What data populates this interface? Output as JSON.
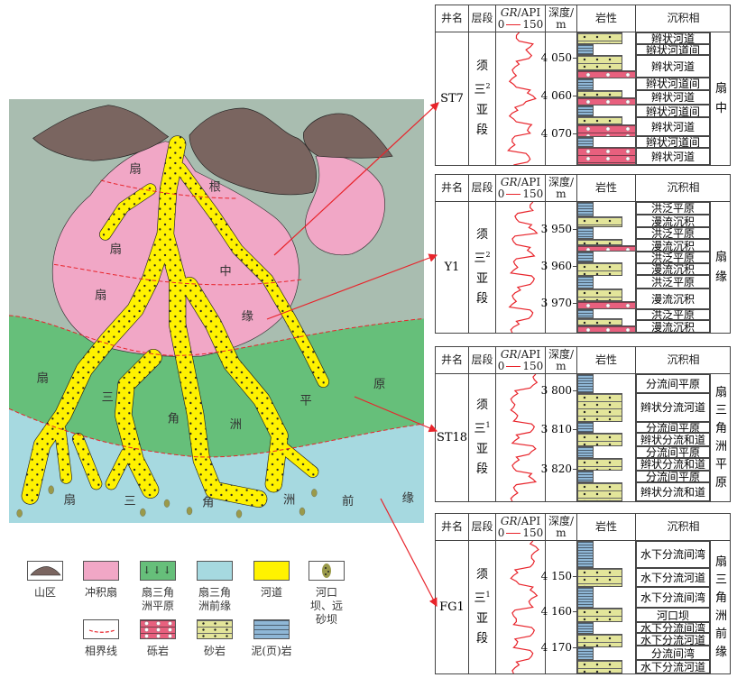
{
  "map": {
    "fan_labels": [
      "扇",
      "根",
      "扇",
      "中",
      "扇",
      "缘"
    ],
    "plain_labels": [
      "扇",
      "三",
      "角",
      "洲",
      "平",
      "原"
    ],
    "front_labels": [
      "扇",
      "三",
      "角",
      "洲",
      "前",
      "缘"
    ]
  },
  "colors": {
    "background": "#a9bdb0",
    "mountain": "#7a6560",
    "fan": "#f1a7c6",
    "plain": "#66bf7a",
    "front": "#a6d9e0",
    "channel": "#fff200",
    "boundary": "#e8242b"
  },
  "header": {
    "well": "井名",
    "layer": "层段",
    "gr_label": "GR",
    "gr_unit": "/API",
    "gr_range_min": "0",
    "gr_range_max": "150",
    "depth": "深度/",
    "depth_unit": "m",
    "lithology": "岩性",
    "facies": "沉积相"
  },
  "wells": [
    {
      "name": "ST7",
      "layer": [
        "须",
        "三",
        "2",
        "亚",
        "段"
      ],
      "category": [
        "扇",
        "中"
      ],
      "depth_range": [
        4043.2,
        4078.5
      ],
      "ticks": [
        {
          "depth": 4050,
          "label": "4 050"
        },
        {
          "depth": 4060,
          "label": "4 060"
        },
        {
          "depth": 4070,
          "label": "4 070"
        }
      ],
      "lithology": [
        {
          "type": "sand",
          "top": 4043.2,
          "bottom": 4046.3
        },
        {
          "type": "mud",
          "top": 4046.3,
          "bottom": 4049.3
        },
        {
          "type": "sand",
          "top": 4049.3,
          "bottom": 4053.4
        },
        {
          "type": "gravel",
          "top": 4053.4,
          "bottom": 4055.4
        },
        {
          "type": "mud",
          "top": 4055.4,
          "bottom": 4058.5
        },
        {
          "type": "sand",
          "top": 4058.5,
          "bottom": 4060.5
        },
        {
          "type": "gravel",
          "top": 4060.5,
          "bottom": 4062.7
        },
        {
          "type": "mud",
          "top": 4062.7,
          "bottom": 4065.6
        },
        {
          "type": "sand",
          "top": 4065.6,
          "bottom": 4067.8
        },
        {
          "type": "gravel",
          "top": 4067.8,
          "bottom": 4071.0
        },
        {
          "type": "mud",
          "top": 4071.0,
          "bottom": 4073.7
        },
        {
          "type": "gravel",
          "top": 4073.7,
          "bottom": 4078.5
        }
      ],
      "facies": [
        {
          "label": "辫状河道",
          "top": 4043.2,
          "bottom": 4046.3
        },
        {
          "label": "辫状河道间",
          "top": 4046.3,
          "bottom": 4049.3
        },
        {
          "label": "辫状河道",
          "top": 4049.3,
          "bottom": 4055.2
        },
        {
          "label": "辫状河道间",
          "top": 4055.2,
          "bottom": 4058.5
        },
        {
          "label": "辫状河道",
          "top": 4058.5,
          "bottom": 4062.4
        },
        {
          "label": "辫状河道间",
          "top": 4062.4,
          "bottom": 4065.8
        },
        {
          "label": "辫状河道",
          "top": 4065.8,
          "bottom": 4070.7
        },
        {
          "label": "辫状河道间",
          "top": 4070.7,
          "bottom": 4073.9
        },
        {
          "label": "辫状河道",
          "top": 4073.9,
          "bottom": 4078.5
        }
      ],
      "gr": [
        70,
        60,
        120,
        95,
        115,
        60,
        55,
        50,
        45,
        50,
        110,
        120,
        95,
        55,
        45,
        50,
        115,
        100,
        55,
        45,
        40,
        95,
        110,
        50
      ]
    },
    {
      "name": "Y1",
      "layer": [
        "须",
        "三",
        "2",
        "亚",
        "段"
      ],
      "category": [
        "扇",
        "缘"
      ],
      "depth_range": [
        3942.5,
        3978.2
      ],
      "ticks": [
        {
          "depth": 3950,
          "label": "3 950"
        },
        {
          "depth": 3960,
          "label": "3 960"
        },
        {
          "depth": 3970,
          "label": "3 970"
        }
      ],
      "lithology": [
        {
          "type": "mud",
          "top": 3942.5,
          "bottom": 3946.4
        },
        {
          "type": "sand",
          "top": 3946.4,
          "bottom": 3949.5
        },
        {
          "type": "mud",
          "top": 3949.5,
          "bottom": 3952.6
        },
        {
          "type": "sand",
          "top": 3952.6,
          "bottom": 3954.3
        },
        {
          "type": "gravel",
          "top": 3954.3,
          "bottom": 3956.0
        },
        {
          "type": "mud",
          "top": 3956.0,
          "bottom": 3958.9
        },
        {
          "type": "sand",
          "top": 3958.9,
          "bottom": 3962.8
        },
        {
          "type": "mud",
          "top": 3962.8,
          "bottom": 3966.1
        },
        {
          "type": "sand",
          "top": 3966.1,
          "bottom": 3969.5
        },
        {
          "type": "gravel",
          "top": 3969.5,
          "bottom": 3971.7
        },
        {
          "type": "mud",
          "top": 3971.7,
          "bottom": 3974.3
        },
        {
          "type": "sand",
          "top": 3974.3,
          "bottom": 3976.3
        },
        {
          "type": "gravel",
          "top": 3976.3,
          "bottom": 3978.2
        }
      ],
      "facies": [
        {
          "label": "洪泛平原",
          "top": 3942.5,
          "bottom": 3945.9
        },
        {
          "label": "漫流沉积",
          "top": 3945.9,
          "bottom": 3949.5
        },
        {
          "label": "洪泛平原",
          "top": 3949.5,
          "bottom": 3952.7
        },
        {
          "label": "漫流沉积",
          "top": 3952.7,
          "bottom": 3956.0
        },
        {
          "label": "洪泛平原",
          "top": 3956.0,
          "bottom": 3959.2
        },
        {
          "label": "漫流沉积",
          "top": 3959.2,
          "bottom": 3962.5
        },
        {
          "label": "洪泛平原",
          "top": 3962.5,
          "bottom": 3966.1
        },
        {
          "label": "漫流沉积",
          "top": 3966.1,
          "bottom": 3971.7
        },
        {
          "label": "洪泛平原",
          "top": 3971.7,
          "bottom": 3974.8
        },
        {
          "label": "漫流沉积",
          "top": 3974.8,
          "bottom": 3978.2
        }
      ],
      "gr": [
        120,
        110,
        65,
        60,
        115,
        125,
        55,
        50,
        110,
        115,
        60,
        55,
        50,
        115,
        120,
        65,
        55,
        50,
        45,
        110,
        115,
        60,
        50,
        45
      ]
    },
    {
      "name": "ST18",
      "layer": [
        "须",
        "三",
        "1",
        "亚",
        "段"
      ],
      "category": [
        "扇",
        "三",
        "角",
        "洲",
        "平",
        "原"
      ],
      "depth_range": [
        3796.0,
        3828.1
      ],
      "ticks": [
        {
          "depth": 3800,
          "label": "3 800"
        },
        {
          "depth": 3810,
          "label": "3 810"
        },
        {
          "depth": 3820,
          "label": "3 820"
        }
      ],
      "lithology": [
        {
          "type": "mud",
          "top": 3796.0,
          "bottom": 3800.7
        },
        {
          "type": "sand",
          "top": 3800.7,
          "bottom": 3808.1
        },
        {
          "type": "mud",
          "top": 3808.1,
          "bottom": 3810.8
        },
        {
          "type": "sand",
          "top": 3810.8,
          "bottom": 3814.2
        },
        {
          "type": "mud",
          "top": 3814.2,
          "bottom": 3817.1
        },
        {
          "type": "sand",
          "top": 3817.1,
          "bottom": 3820.4
        },
        {
          "type": "mud",
          "top": 3820.4,
          "bottom": 3823.4
        },
        {
          "type": "sand",
          "top": 3823.4,
          "bottom": 3828.1
        }
      ],
      "facies": [
        {
          "label": "分流间平原",
          "top": 3796.0,
          "bottom": 3800.7
        },
        {
          "label": "辫状分流河道",
          "top": 3800.7,
          "bottom": 3808.1
        },
        {
          "label": "分流间平原",
          "top": 3808.1,
          "bottom": 3810.8
        },
        {
          "label": "辫状分流和道",
          "top": 3810.8,
          "bottom": 3814.2
        },
        {
          "label": "分流间平原",
          "top": 3814.2,
          "bottom": 3817.1
        },
        {
          "label": "辫状分流和道",
          "top": 3817.1,
          "bottom": 3820.4
        },
        {
          "label": "分流间平原",
          "top": 3820.4,
          "bottom": 3823.4
        },
        {
          "label": "辫状分流和道",
          "top": 3823.4,
          "bottom": 3828.1
        }
      ],
      "gr": [
        130,
        125,
        120,
        55,
        50,
        45,
        50,
        55,
        60,
        115,
        120,
        60,
        55,
        120,
        115,
        60,
        55,
        50,
        115,
        120,
        60,
        55,
        50,
        45
      ]
    },
    {
      "name": "FG1",
      "layer": [
        "须",
        "三",
        "1",
        "亚",
        "段"
      ],
      "category": [
        "扇",
        "三",
        "角",
        "洲",
        "前",
        "缘"
      ],
      "depth_range": [
        4140.25,
        4177.25
      ],
      "ticks": [
        {
          "depth": 4150,
          "label": "4 150"
        },
        {
          "depth": 4160,
          "label": "4 160"
        },
        {
          "depth": 4170,
          "label": "4 170"
        }
      ],
      "lithology": [
        {
          "type": "mud",
          "top": 4140.25,
          "bottom": 4147.75
        },
        {
          "type": "sand",
          "top": 4147.75,
          "bottom": 4153.0
        },
        {
          "type": "mud",
          "top": 4153.0,
          "bottom": 4159.0
        },
        {
          "type": "sand",
          "top": 4159.0,
          "bottom": 4163.0
        },
        {
          "type": "mud",
          "top": 4163.0,
          "bottom": 4166.25
        },
        {
          "type": "sand",
          "top": 4166.25,
          "bottom": 4170.0
        },
        {
          "type": "mud",
          "top": 4170.0,
          "bottom": 4173.5
        },
        {
          "type": "sand",
          "top": 4173.5,
          "bottom": 4177.25
        }
      ],
      "facies": [
        {
          "label": "水下分流间湾",
          "top": 4140.25,
          "bottom": 4147.75
        },
        {
          "label": "水下分流河道",
          "top": 4147.75,
          "bottom": 4153.0
        },
        {
          "label": "水下分流间湾",
          "top": 4153.0,
          "bottom": 4159.0
        },
        {
          "label": "河口坝",
          "top": 4159.0,
          "bottom": 4163.0
        },
        {
          "label": "水下分流间湾",
          "top": 4163.0,
          "bottom": 4166.0
        },
        {
          "label": "水下分流河道",
          "top": 4166.0,
          "bottom": 4169.5
        },
        {
          "label": "分流间湾",
          "top": 4169.5,
          "bottom": 4173.5
        },
        {
          "label": "水下分流河道",
          "top": 4173.5,
          "bottom": 4177.25
        }
      ],
      "gr": [
        120,
        130,
        125,
        115,
        120,
        55,
        50,
        60,
        120,
        125,
        115,
        110,
        55,
        50,
        60,
        115,
        120,
        55,
        60,
        110,
        115,
        60,
        55,
        50
      ]
    }
  ],
  "legend": [
    {
      "key": "mountain",
      "label": "山区"
    },
    {
      "key": "fan",
      "label": "冲积扇"
    },
    {
      "key": "plain",
      "label": "扇三角洲平原"
    },
    {
      "key": "front",
      "label": "扇三角洲前缘"
    },
    {
      "key": "channel",
      "label": "河道"
    },
    {
      "key": "bar",
      "label": "河口坝、远砂坝"
    },
    {
      "key": "boundary",
      "label": "相界线"
    },
    {
      "key": "gravel",
      "label": "砾岩"
    },
    {
      "key": "sand",
      "label": "砂岩"
    },
    {
      "key": "mud",
      "label": "泥(页)岩"
    }
  ]
}
